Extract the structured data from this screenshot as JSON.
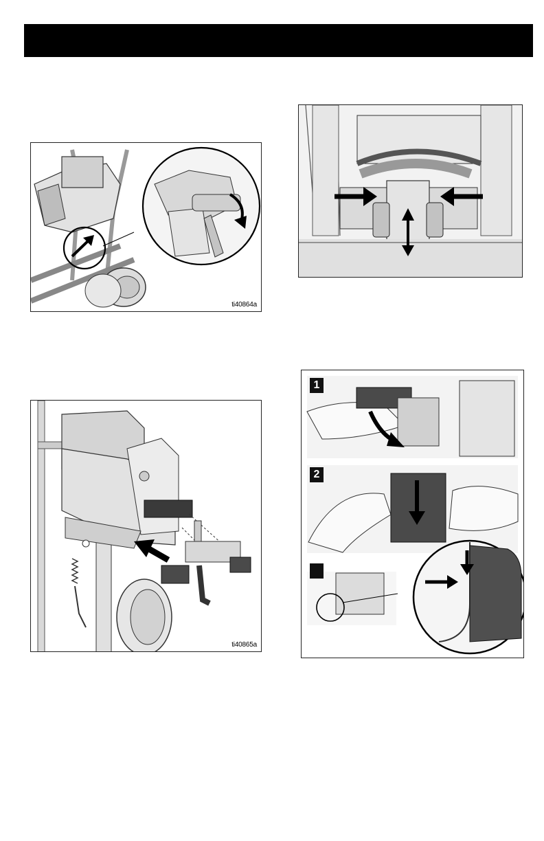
{
  "figures": {
    "fig1": {
      "label": "ti40864a"
    },
    "fig2": {
      "label": "ti40865a"
    },
    "fig3": {
      "label": ""
    },
    "fig4": {
      "steps": [
        "1",
        "2",
        ""
      ]
    }
  },
  "icons": {
    "arrow": "arrow-icon",
    "double_arrow": "double-arrow-icon"
  }
}
